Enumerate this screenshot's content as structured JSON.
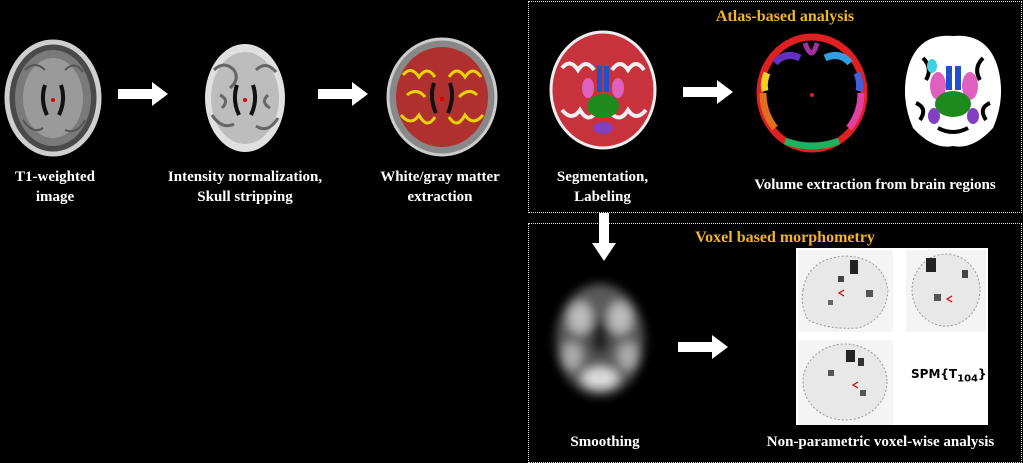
{
  "steps": {
    "t1": "T1-weighted\nimage",
    "norm": "Intensity normalization,\nSkull stripping",
    "wm_gm": "White/gray matter\nextraction",
    "seg": "Segmentation,\nLabeling",
    "volume": "Volume extraction from brain regions",
    "smoothing": "Smoothing",
    "nonparam": "Non-parametric voxel-wise analysis"
  },
  "sections": {
    "atlas": "Atlas-based analysis",
    "vbm": "Voxel based morphometry"
  },
  "spm": {
    "label": "SPM{T",
    "sub": "104",
    "close": "}"
  },
  "colors": {
    "accent": "#f0b429",
    "arrow": "#ffffff",
    "seg_red": "#c8323c",
    "wm_yellow": "#e8d400"
  }
}
